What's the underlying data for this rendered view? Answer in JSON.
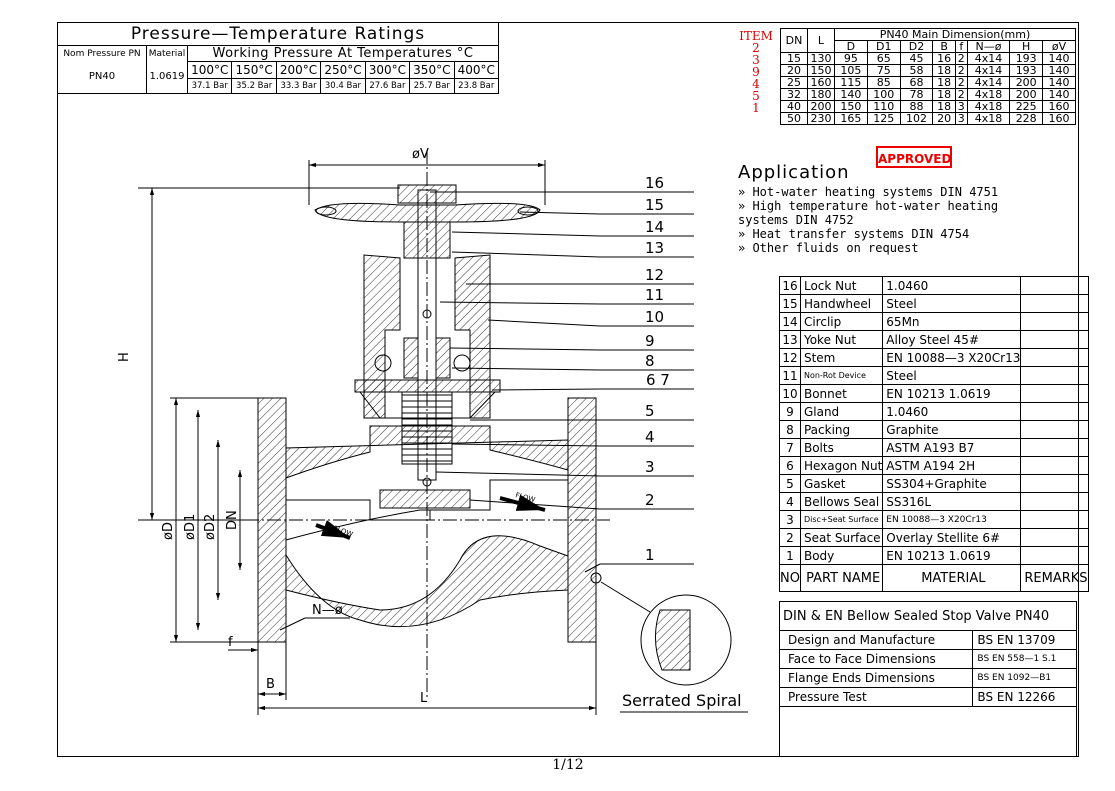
{
  "pressure_table": {
    "title": "Pressure—Temperature Ratings",
    "col_nom": "Nom Pressure PN",
    "col_material": "Material",
    "col_working": "Working Pressure At Temperatures °C",
    "pn": "PN40",
    "material": "1.0619",
    "temps": [
      "100°C",
      "150°C",
      "200°C",
      "250°C",
      "300°C",
      "350°C",
      "400°C"
    ],
    "pressures": [
      "37.1 Bar",
      "35.2 Bar",
      "33.3 Bar",
      "30.4 Bar",
      "27.6 Bar",
      "25.7 Bar",
      "23.8 Bar"
    ]
  },
  "dimension_table": {
    "item_label": "ITEM",
    "items": [
      "2",
      "3",
      "9",
      "4",
      "5",
      "1"
    ],
    "title": "PN40 Main Dimension(mm)",
    "col_dn": "DN",
    "col_l": "L",
    "sub_headers": [
      "D",
      "D1",
      "D2",
      "B",
      "f",
      "N—ø",
      "H",
      "øV"
    ],
    "rows": [
      [
        "15",
        "130",
        "95",
        "65",
        "45",
        "16",
        "2",
        "4x14",
        "193",
        "140"
      ],
      [
        "20",
        "150",
        "105",
        "75",
        "58",
        "18",
        "2",
        "4x14",
        "193",
        "140"
      ],
      [
        "25",
        "160",
        "115",
        "85",
        "68",
        "18",
        "2",
        "4x14",
        "200",
        "140"
      ],
      [
        "32",
        "180",
        "140",
        "100",
        "78",
        "18",
        "2",
        "4x18",
        "200",
        "140"
      ],
      [
        "40",
        "200",
        "150",
        "110",
        "88",
        "18",
        "3",
        "4x18",
        "225",
        "160"
      ],
      [
        "50",
        "230",
        "165",
        "125",
        "102",
        "20",
        "3",
        "4x18",
        "228",
        "160"
      ]
    ]
  },
  "stamp": "APPROVED",
  "application": {
    "heading": "Application",
    "lines": [
      "» Hot-water heating systems DIN 4751",
      "» High temperature hot-water heating",
      "systems DIN 4752",
      "» Heat transfer systems DIN 4754",
      "» Other fluids on request"
    ]
  },
  "parts": {
    "rows": [
      {
        "no": "16",
        "name": "Lock Nut",
        "material": "1.0460"
      },
      {
        "no": "15",
        "name": "Handwheel",
        "material": "Steel"
      },
      {
        "no": "14",
        "name": "Circlip",
        "material": "65Mn"
      },
      {
        "no": "13",
        "name": "Yoke Nut",
        "material": "Alloy Steel 45#"
      },
      {
        "no": "12",
        "name": "Stem",
        "material": "EN 10088—3 X20Cr13"
      },
      {
        "no": "11",
        "name": "Non-Rot Device",
        "material": "Steel"
      },
      {
        "no": "10",
        "name": "Bonnet",
        "material": "EN 10213 1.0619"
      },
      {
        "no": "9",
        "name": "Gland",
        "material": "1.0460"
      },
      {
        "no": "8",
        "name": "Packing",
        "material": "Graphite"
      },
      {
        "no": "7",
        "name": "Bolts",
        "material": "ASTM A193 B7"
      },
      {
        "no": "6",
        "name": "Hexagon Nut",
        "material": "ASTM A194 2H"
      },
      {
        "no": "5",
        "name": "Gasket",
        "material": "SS304+Graphite"
      },
      {
        "no": "4",
        "name": "Bellows Seal",
        "material": "SS316L"
      },
      {
        "no": "3",
        "name": "Disc+Seat Surface",
        "material": "EN 10088—3 X20Cr13"
      },
      {
        "no": "2",
        "name": "Seat Surface",
        "material": "Overlay Stellite 6#"
      },
      {
        "no": "1",
        "name": "Body",
        "material": "EN 10213 1.0619"
      }
    ],
    "head_no": "NO",
    "head_name": "PART NAME",
    "head_material": "MATERIAL",
    "head_remarks": "REMARKS"
  },
  "standards": {
    "title": "DIN & EN Bellow Sealed Stop Valve PN40",
    "rows": [
      {
        "label": "Design and Manufacture",
        "value": "BS EN 13709"
      },
      {
        "label": "Face to Face Dimensions",
        "value": "BS EN 558—1 S.1"
      },
      {
        "label": "Flange Ends Dimensions",
        "value": "BS EN 1092—B1"
      },
      {
        "label": "Pressure Test",
        "value": "BS EN 12266"
      }
    ]
  },
  "drawing": {
    "callouts": [
      "16",
      "15",
      "14",
      "13",
      "12",
      "11",
      "10",
      "9",
      "8",
      "6 7",
      "5",
      "4",
      "3",
      "2",
      "1"
    ],
    "dim_v": "øV",
    "dim_h": "H",
    "dim_d": "øD",
    "dim_d1": "øD1",
    "dim_d2": "øD2",
    "dim_dn": "DN",
    "dim_n": "N—ø",
    "dim_f": "f",
    "dim_b": "B",
    "dim_l": "L",
    "flow": "FLOW",
    "detail_label": "Serrated Spiral"
  },
  "page": "1/12"
}
